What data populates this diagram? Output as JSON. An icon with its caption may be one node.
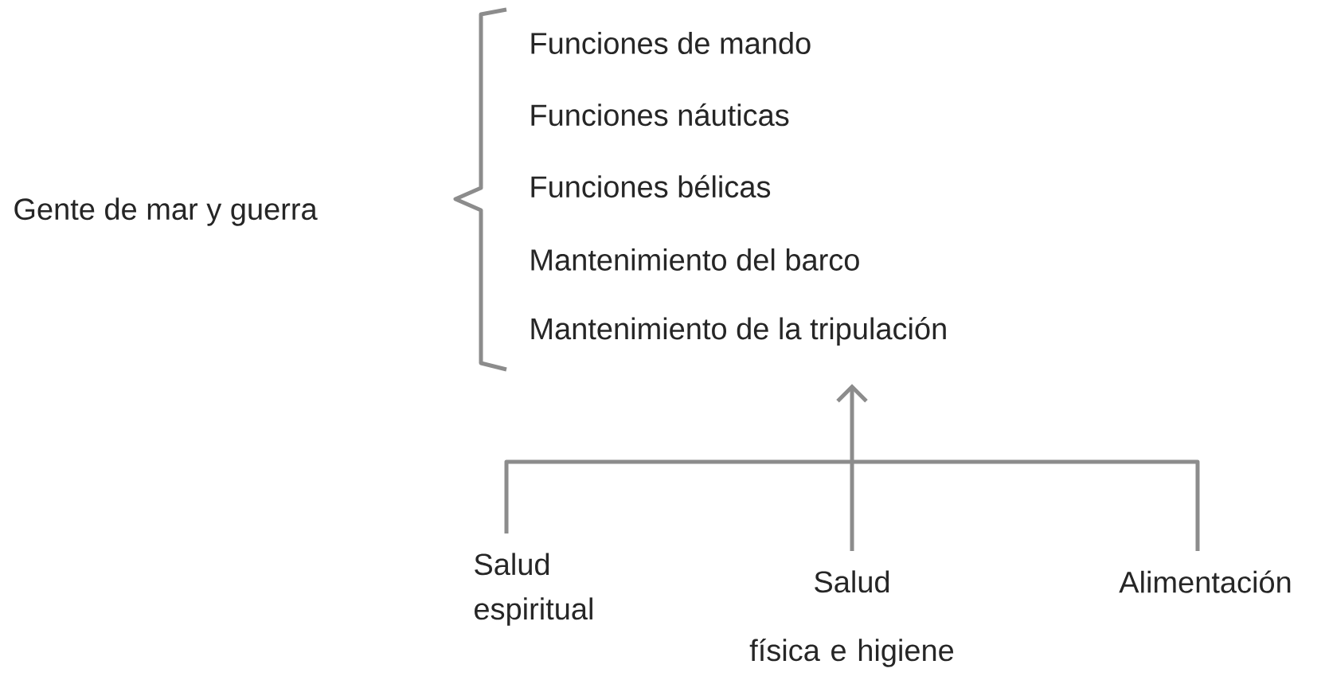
{
  "diagram": {
    "nodes": [
      {
        "text": [
          "Gente de mar y guerra"
        ]
      },
      {
        "text": [
          "Funciones de mando"
        ]
      },
      {
        "text": [
          "Funciones náuticas"
        ]
      },
      {
        "text": [
          "Funciones bélicas"
        ]
      },
      {
        "text": [
          "Mantenimiento del barco"
        ]
      },
      {
        "text": [
          "Mantenimiento de la tripulación"
        ]
      },
      {
        "text": [
          "Salud espiritual"
        ]
      },
      {
        "text": [
          "Salud",
          "física e higiene"
        ]
      },
      {
        "text": [
          "Alimentación"
        ]
      }
    ],
    "edges": [
      {
        "from": 6,
        "to": 5,
        "arrow": "to"
      },
      {
        "from": 7,
        "to": 5,
        "arrow": "to"
      },
      {
        "from": 8,
        "to": 5,
        "arrow": "to"
      }
    ]
  }
}
